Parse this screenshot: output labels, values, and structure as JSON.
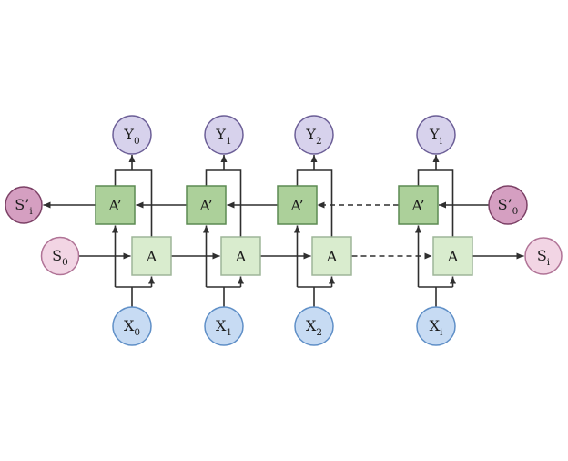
{
  "diagram": {
    "type": "bidirectional-rnn-unrolled",
    "columns": [
      {
        "index": "0",
        "y": {
          "label": "Y",
          "sub": "0"
        },
        "a_prime": {
          "label": "A’",
          "sub": ""
        },
        "a": {
          "label": "A",
          "sub": ""
        },
        "x": {
          "label": "X",
          "sub": "0"
        }
      },
      {
        "index": "1",
        "y": {
          "label": "Y",
          "sub": "1"
        },
        "a_prime": {
          "label": "A’",
          "sub": ""
        },
        "a": {
          "label": "A",
          "sub": ""
        },
        "x": {
          "label": "X",
          "sub": "1"
        }
      },
      {
        "index": "2",
        "y": {
          "label": "Y",
          "sub": "2"
        },
        "a_prime": {
          "label": "A’",
          "sub": ""
        },
        "a": {
          "label": "A",
          "sub": ""
        },
        "x": {
          "label": "X",
          "sub": "2"
        }
      },
      {
        "index": "i",
        "y": {
          "label": "Y",
          "sub": "i"
        },
        "a_prime": {
          "label": "A’",
          "sub": ""
        },
        "a": {
          "label": "A",
          "sub": ""
        },
        "x": {
          "label": "X",
          "sub": "i"
        }
      }
    ],
    "states": {
      "s_prime_i": {
        "label": "S’",
        "sub": "i"
      },
      "s0": {
        "label": "S",
        "sub": "0"
      },
      "s_prime_0": {
        "label": "S’",
        "sub": "0"
      },
      "si": {
        "label": "S",
        "sub": "i"
      }
    },
    "colors": {
      "background": "#ffffff",
      "edge": "#2f2f2f",
      "y_fill": "#d7d2ec",
      "y_stroke": "#6c5f97",
      "x_fill": "#c7dbf3",
      "x_stroke": "#5f8fc7",
      "a_prime_fill": "#acd09a",
      "a_prime_stroke": "#5c8a52",
      "a_fill": "#d9ecce",
      "a_stroke": "#9eb598",
      "s_dark_fill": "#d59fc1",
      "s_dark_stroke": "#7c4166",
      "s_light_fill": "#f2d5e4",
      "s_light_stroke": "#b07396"
    }
  }
}
